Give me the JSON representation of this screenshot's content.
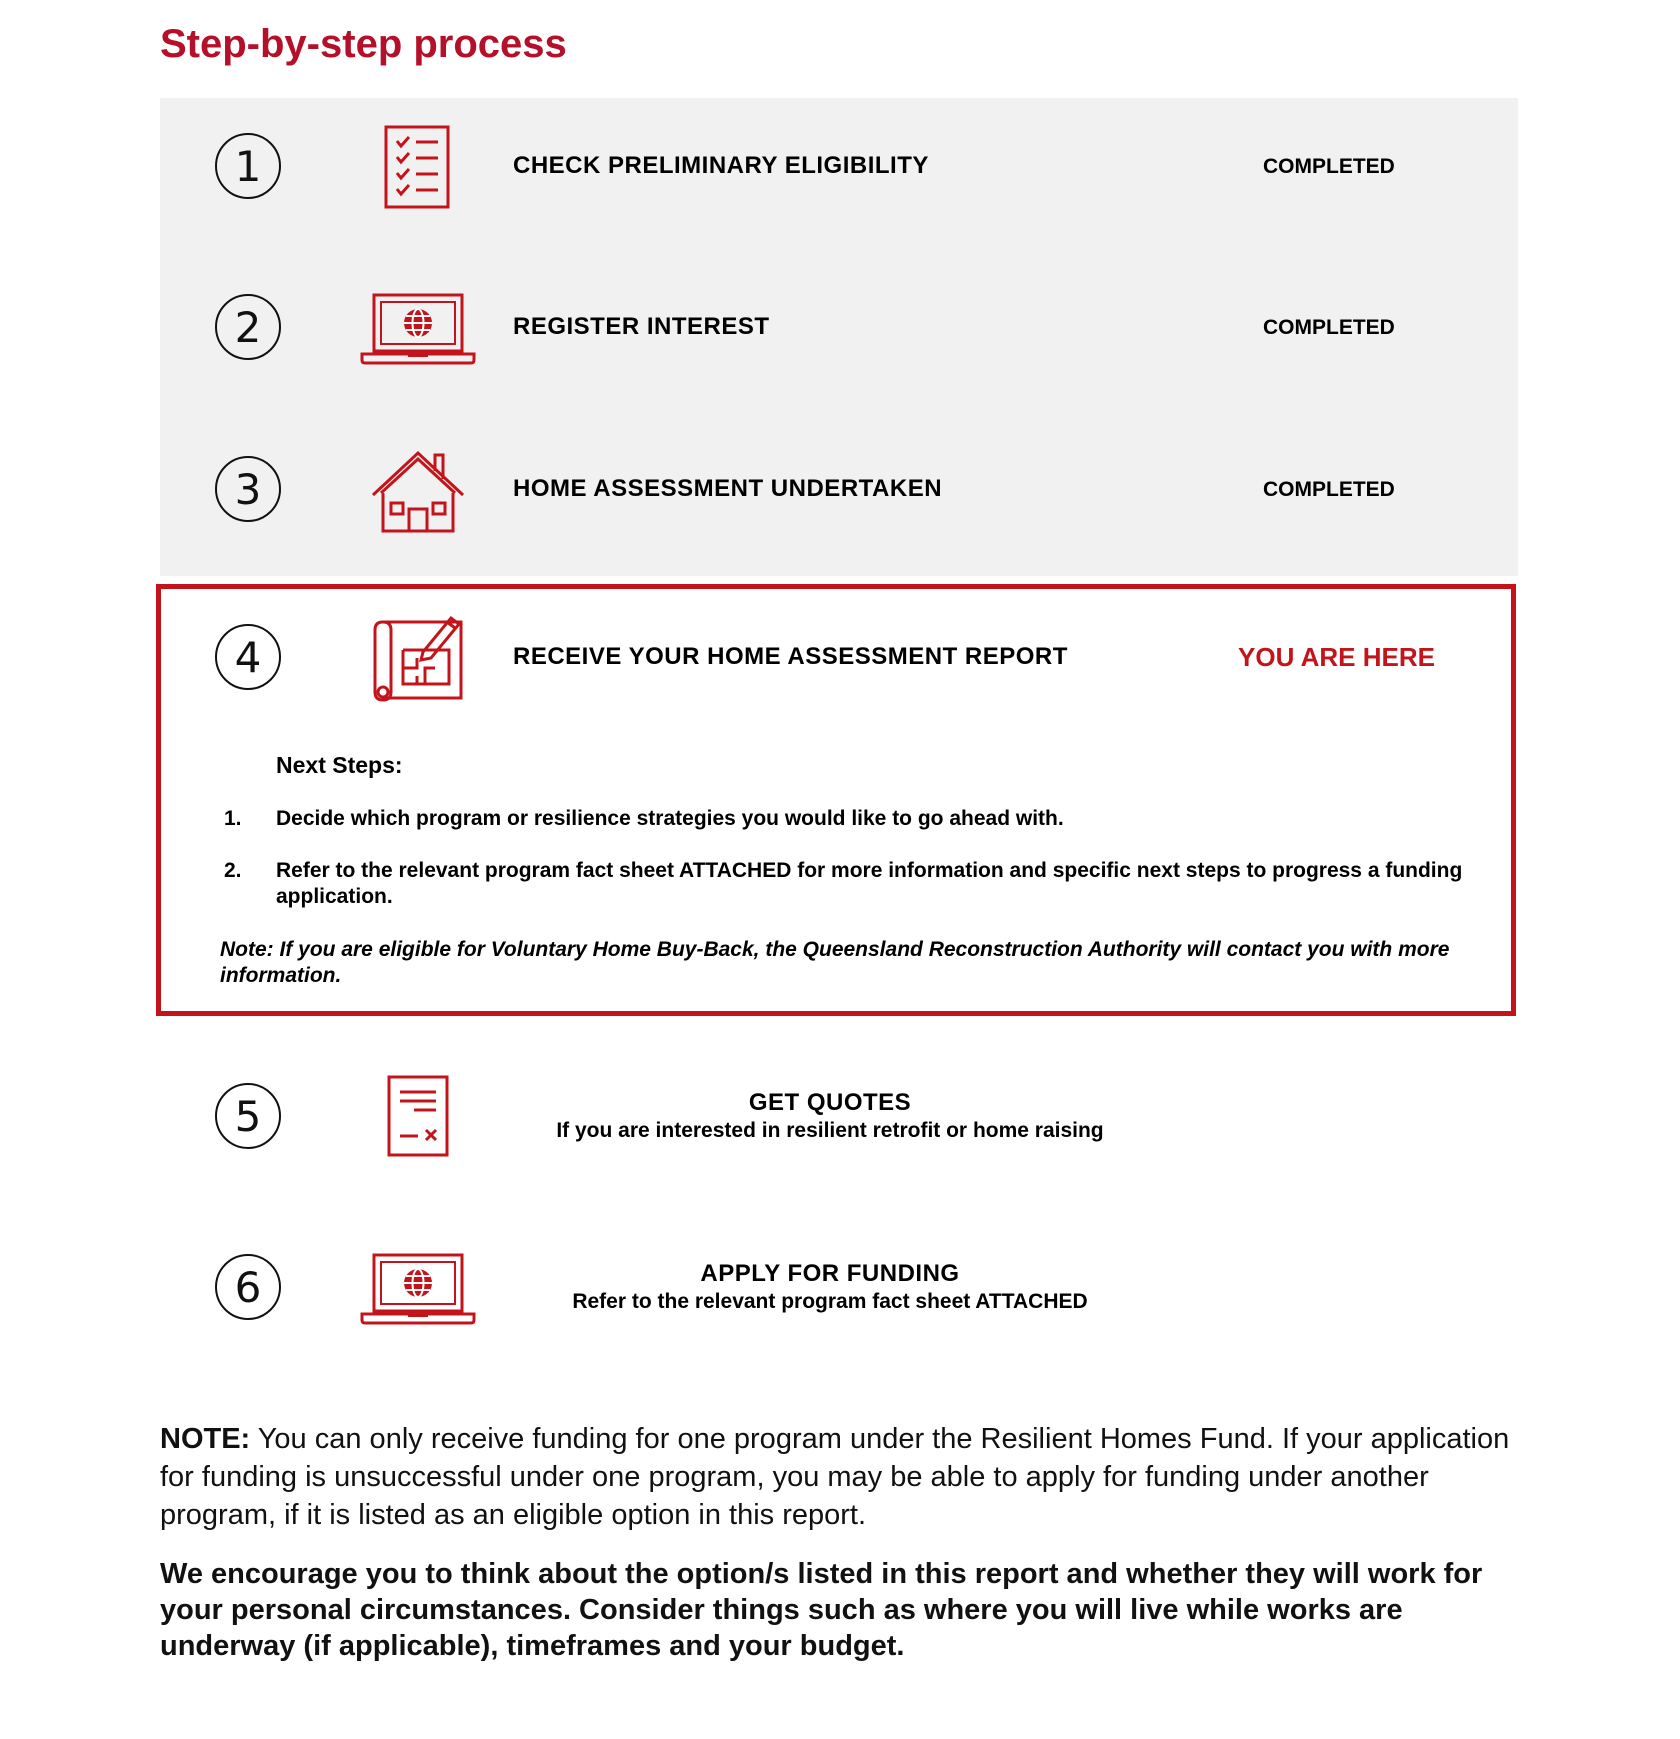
{
  "title": "Step-by-step process",
  "steps": [
    {
      "number": "1",
      "icon": "checklist-icon",
      "label": "CHECK PRELIMINARY ELIGIBILITY",
      "status": "COMPLETED"
    },
    {
      "number": "2",
      "icon": "laptop-globe-icon",
      "label": "REGISTER INTEREST",
      "status": "COMPLETED"
    },
    {
      "number": "3",
      "icon": "house-icon",
      "label": "HOME ASSESSMENT UNDERTAKEN",
      "status": "COMPLETED"
    },
    {
      "number": "4",
      "icon": "blueprint-pencil-icon",
      "label": "RECEIVE YOUR HOME ASSESSMENT REPORT",
      "status": "YOU ARE HERE"
    },
    {
      "number": "5",
      "icon": "quote-document-icon",
      "label": "GET QUOTES",
      "sublabel": "If you are interested in resilient retrofit or home raising"
    },
    {
      "number": "6",
      "icon": "laptop-globe-icon",
      "label": "APPLY FOR FUNDING",
      "sublabel": "Refer to the relevant program fact sheet ATTACHED"
    }
  ],
  "next_steps": {
    "heading": "Next Steps:",
    "items": [
      {
        "num": "1.",
        "text": "Decide which program or resilience strategies you would like to go ahead with."
      },
      {
        "num": "2.",
        "text": "Refer to the relevant program fact sheet ATTACHED for more information and specific next steps to progress a funding application."
      }
    ],
    "note": "Note: If you are eligible for Voluntary Home Buy-Back, the Queensland Reconstruction Authority will contact you with more information."
  },
  "note_para": {
    "lead": "NOTE:",
    "text": " You can only receive funding for one program under the Resilient Homes Fund. If your application for funding is unsuccessful under one program, you may be able to apply for funding under another program, if it is listed as an eligible option in this report."
  },
  "encourage_para": "We encourage you to think about the option/s listed in this report and whether they will work for your personal circumstances. Consider things such as where you will live while works are underway (if applicable), timeframes and your budget.",
  "colors": {
    "accent": "#c4141b",
    "title": "#b5102a",
    "panel": "#f1f1f1"
  }
}
